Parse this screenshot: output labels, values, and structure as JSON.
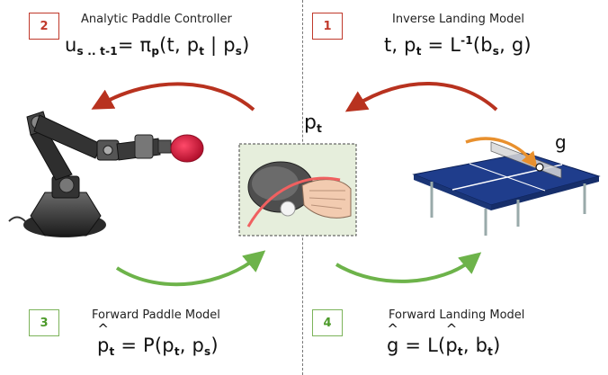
{
  "divider": {
    "color": "#777777"
  },
  "panels": {
    "paddle_controller": {
      "step": "2",
      "title": "Analytic Paddle Controller",
      "eq_u": "u",
      "eq_u_sub": "s .. t-1",
      "eq_mid": "= π",
      "eq_pi_sub": "p",
      "eq_args_a": "(t, p",
      "eq_args_sub": "t",
      "eq_args_b": " | p",
      "eq_args_sub2": "s",
      "eq_close": ")"
    },
    "inverse_landing": {
      "step": "1",
      "title": "Inverse Landing Model",
      "eq_a": "t, p",
      "eq_a_sub": "t",
      "eq_b": " = L",
      "eq_b_sup": "-1",
      "eq_c": "(b",
      "eq_c_sub": "s",
      "eq_d": ", g)"
    },
    "forward_paddle": {
      "step": "3",
      "title": "Forward Paddle Model",
      "eq_p": "p",
      "eq_p_sub": "t",
      "eq_mid": " = P(p",
      "eq_mid_sub": "t",
      "eq_mid2": ", p",
      "eq_mid2_sub": "s",
      "eq_close": ")"
    },
    "forward_landing": {
      "step": "4",
      "title": "Forward Landing Model",
      "eq_g": "g",
      "eq_mid": " = L(",
      "eq_p": "p",
      "eq_p_sub": "t",
      "eq_mid2": ", b",
      "eq_mid2_sub": "t",
      "eq_close": ")"
    }
  },
  "center_label": {
    "text": "p",
    "sub": "t"
  },
  "goal_label": "g",
  "colors": {
    "red_arrow": "#b8321f",
    "green_arrow": "#6db34a",
    "orange_arrow": "#e8902e",
    "table_blue": "#1f3d8c",
    "paddle_red": "#d11a3c"
  }
}
